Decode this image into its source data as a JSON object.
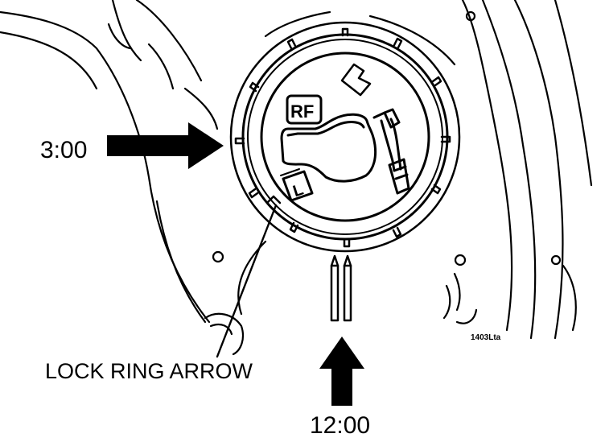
{
  "labels": {
    "three_oclock": "3:00",
    "twelve_oclock": "12:00",
    "lock_ring_arrow": "LOCK RING ARROW",
    "figure_code": "1403Lta"
  },
  "badges": {
    "rf": "RF",
    "l": "L"
  },
  "colors": {
    "ink": "#000000",
    "paper": "#ffffff"
  }
}
